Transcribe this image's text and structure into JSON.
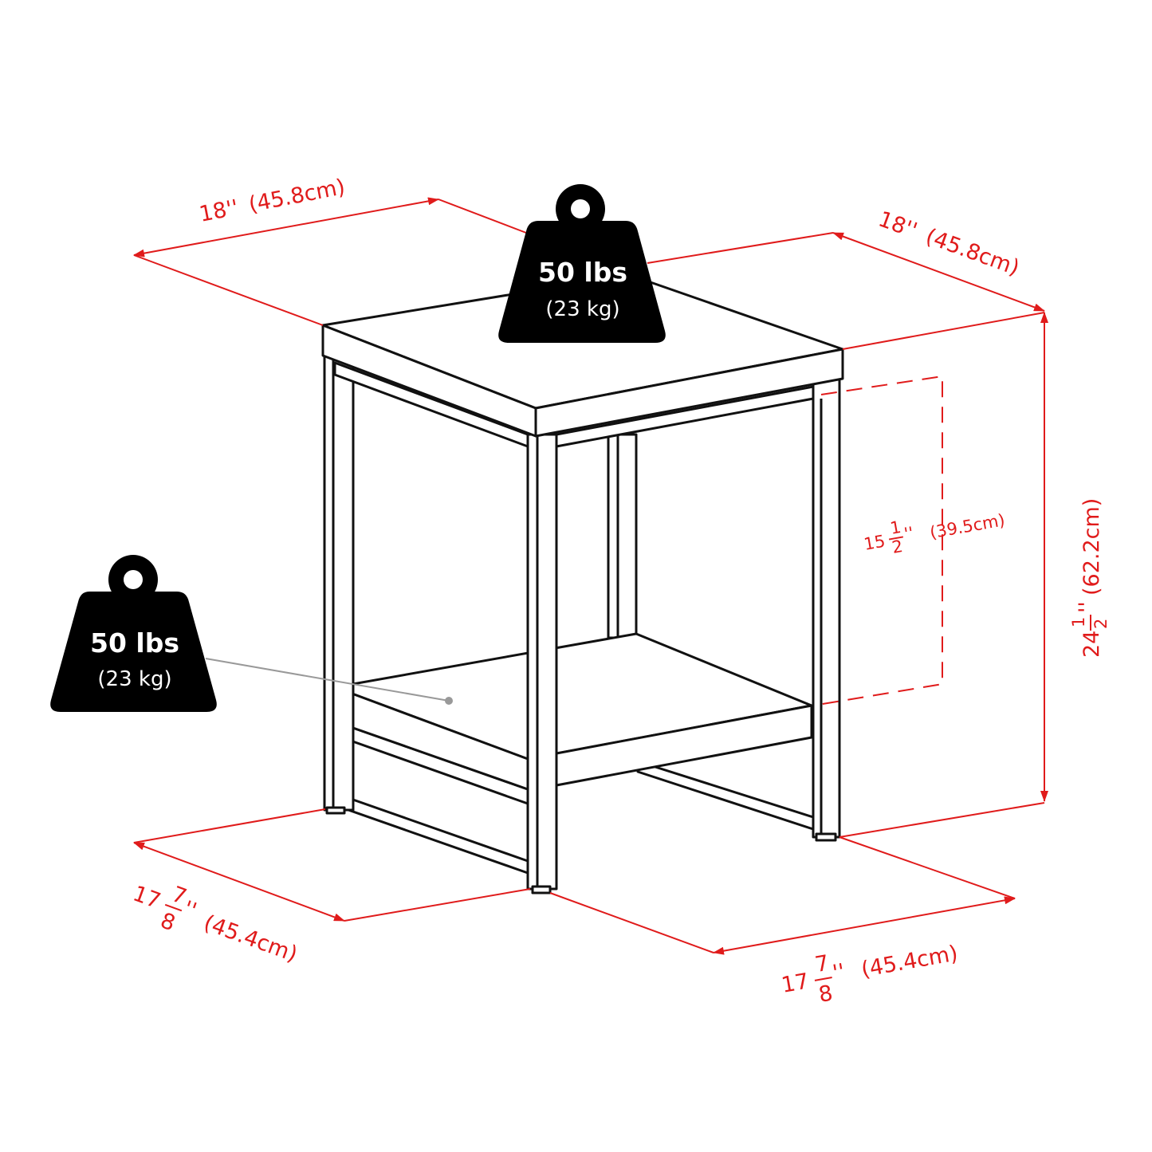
{
  "colors": {
    "dimension": "#e01b1b",
    "outline": "#111111",
    "weight": "#000000",
    "leader": "#999999"
  },
  "dimensions": {
    "top_depth": {
      "whole": "18",
      "suffix": "''",
      "metric": "(45.8cm)"
    },
    "top_width": {
      "whole": "18",
      "suffix": "''",
      "metric": "(45.8cm)"
    },
    "height": {
      "whole": "24",
      "num": "1",
      "den": "2",
      "suffix": "''",
      "metric": "(62.2cm)"
    },
    "shelf_clearance": {
      "whole": "15",
      "num": "1",
      "den": "2",
      "suffix": "''",
      "metric": "(39.5cm)"
    },
    "base_depth": {
      "whole": "17",
      "num": "7",
      "den": "8",
      "suffix": "''",
      "metric": "(45.4cm)"
    },
    "base_width": {
      "whole": "17",
      "num": "7",
      "den": "8",
      "suffix": "''",
      "metric": "(45.4cm)"
    }
  },
  "weights": {
    "top": {
      "label": "50 lbs",
      "metric": "(23 kg)",
      "icon": "weight-icon"
    },
    "shelf": {
      "label": "50 lbs",
      "metric": "(23 kg)",
      "icon": "weight-icon"
    }
  }
}
